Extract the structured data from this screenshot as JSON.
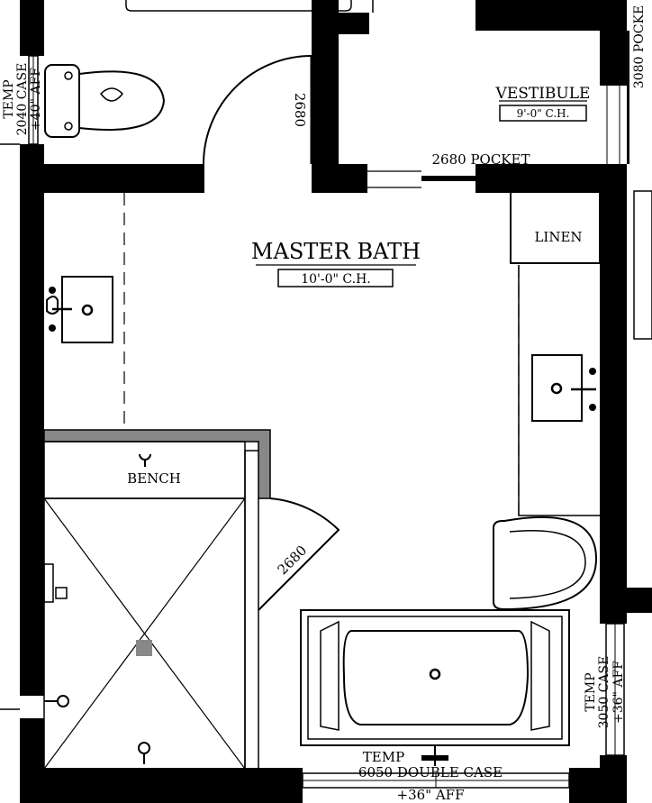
{
  "rooms": {
    "master_bath": {
      "name": "MASTER BATH",
      "ceiling": "10'-0\" C.H."
    },
    "vestibule": {
      "name": "VESTIBULE",
      "ceiling": "9'-0\" C.H."
    },
    "linen": "LINEN",
    "bench": "BENCH"
  },
  "doors": {
    "wc_door": "2680",
    "pocket": "2680 POCKET",
    "shower_door": "2680",
    "top_right_pocket": "3080 POCKE"
  },
  "windows": {
    "left": {
      "line1": "TEMP",
      "line2": "2040 CASE",
      "line3": "+40\" AFF"
    },
    "right": {
      "line1": "TEMP",
      "line2": "3050 CASE",
      "line3": "+36\" AFF"
    },
    "bottom": {
      "line1": "TEMP",
      "line2": "6050 DOUBLE CASE",
      "line3": "+36\" AFF"
    }
  }
}
